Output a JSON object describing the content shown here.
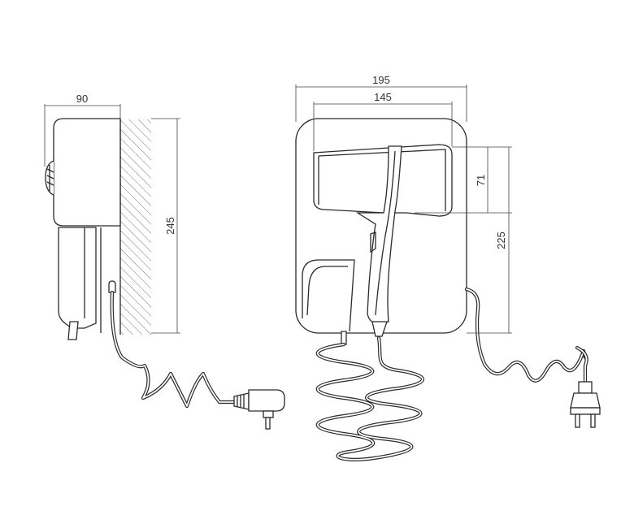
{
  "dimensions": {
    "side_width": "90",
    "side_height": "245",
    "front_outer_width": "195",
    "front_inner_width": "145",
    "front_upper_height": "71",
    "front_total_height": "225"
  }
}
